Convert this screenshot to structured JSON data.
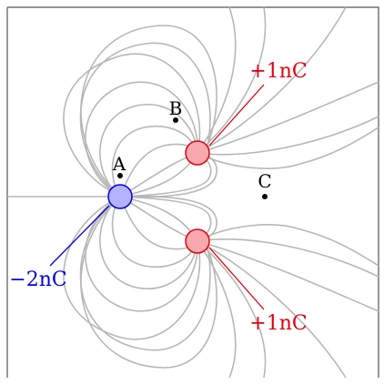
{
  "diagram": {
    "charges": [
      {
        "id": "q1",
        "value_label": "+1nC",
        "sign": "positive",
        "color": "#e0000f",
        "fill": "#f7a9ad"
      },
      {
        "id": "q2",
        "value_label": "−2nC",
        "sign": "negative",
        "color": "#0000e0",
        "fill": "#b3b3ff"
      },
      {
        "id": "q3",
        "value_label": "+1nC",
        "sign": "positive",
        "color": "#e0000f",
        "fill": "#f7a9ad"
      }
    ],
    "points": [
      {
        "id": "A",
        "label": "A"
      },
      {
        "id": "B",
        "label": "B"
      },
      {
        "id": "C",
        "label": "C"
      }
    ],
    "field_line_color": "#b7b7b7",
    "frame_color": "#555555"
  }
}
